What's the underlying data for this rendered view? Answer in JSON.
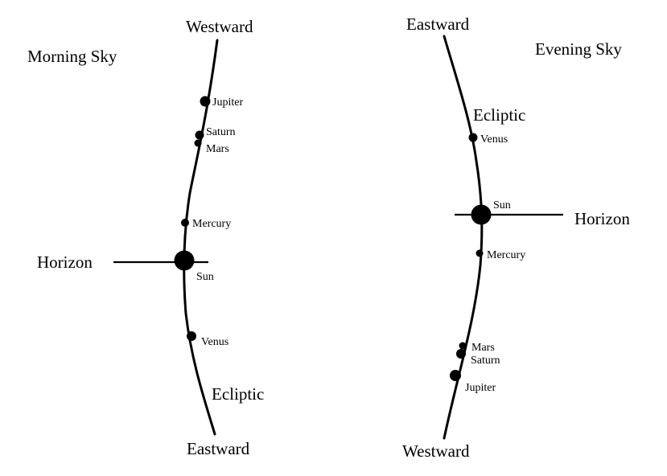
{
  "morning": {
    "title": "Morning Sky",
    "top_direction": "Westward",
    "bottom_direction": "Eastward",
    "horizon_label": "Horizon",
    "ecliptic_label": "Ecliptic",
    "planets": {
      "jupiter": "Jupiter",
      "saturn": "Saturn",
      "mars": "Mars",
      "mercury": "Mercury",
      "sun": "Sun",
      "venus": "Venus"
    }
  },
  "evening": {
    "title": "Evening Sky",
    "top_direction": "Eastward",
    "bottom_direction": "Westward",
    "horizon_label": "Horizon",
    "ecliptic_label": "Ecliptic",
    "planets": {
      "venus": "Venus",
      "sun": "Sun",
      "mercury": "Mercury",
      "mars": "Mars",
      "saturn": "Saturn",
      "jupiter": "Jupiter"
    }
  }
}
